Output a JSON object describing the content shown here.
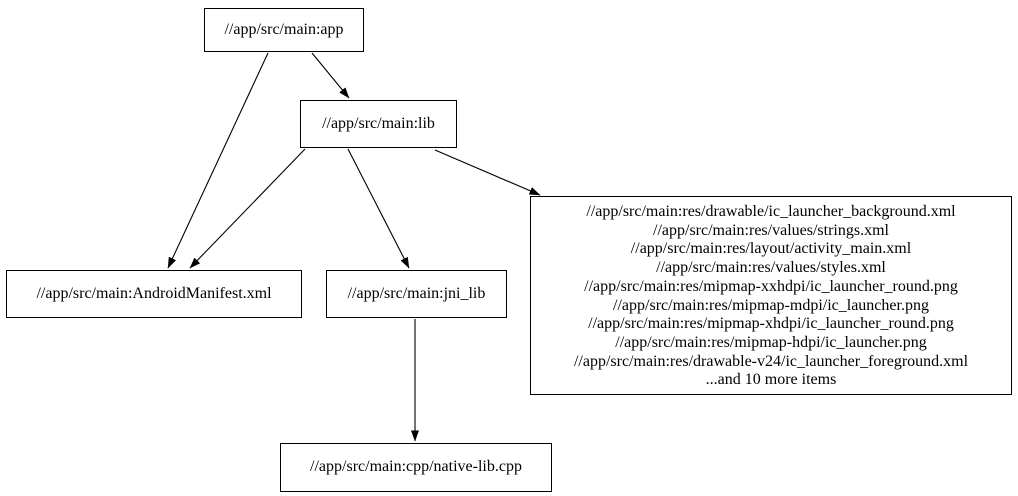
{
  "graph": {
    "background_color": "#ffffff",
    "node_border_color": "#000000",
    "text_color": "#000000",
    "nodes": {
      "app": {
        "label": "//app/src/main:app"
      },
      "lib": {
        "label": "//app/src/main:lib"
      },
      "android_manifest": {
        "label": "//app/src/main:AndroidManifest.xml"
      },
      "jni_lib": {
        "label": "//app/src/main:jni_lib"
      },
      "native_lib": {
        "label": "//app/src/main:cpp/native-lib.cpp"
      },
      "res_group": {
        "lines": [
          "//app/src/main:res/drawable/ic_launcher_background.xml",
          "//app/src/main:res/values/strings.xml",
          "//app/src/main:res/layout/activity_main.xml",
          "//app/src/main:res/values/styles.xml",
          "//app/src/main:res/mipmap-xxhdpi/ic_launcher_round.png",
          "//app/src/main:res/mipmap-mdpi/ic_launcher.png",
          "//app/src/main:res/mipmap-xhdpi/ic_launcher_round.png",
          "//app/src/main:res/mipmap-hdpi/ic_launcher.png",
          "//app/src/main:res/drawable-v24/ic_launcher_foreground.xml",
          "...and 10 more items"
        ]
      }
    },
    "edges": [
      {
        "from": "//app/src/main:app",
        "to": "//app/src/main:lib"
      },
      {
        "from": "//app/src/main:app",
        "to": "//app/src/main:AndroidManifest.xml"
      },
      {
        "from": "//app/src/main:lib",
        "to": "//app/src/main:AndroidManifest.xml"
      },
      {
        "from": "//app/src/main:lib",
        "to": "//app/src/main:jni_lib"
      },
      {
        "from": "//app/src/main:lib",
        "to": "res_group"
      },
      {
        "from": "//app/src/main:jni_lib",
        "to": "//app/src/main:cpp/native-lib.cpp"
      }
    ]
  }
}
